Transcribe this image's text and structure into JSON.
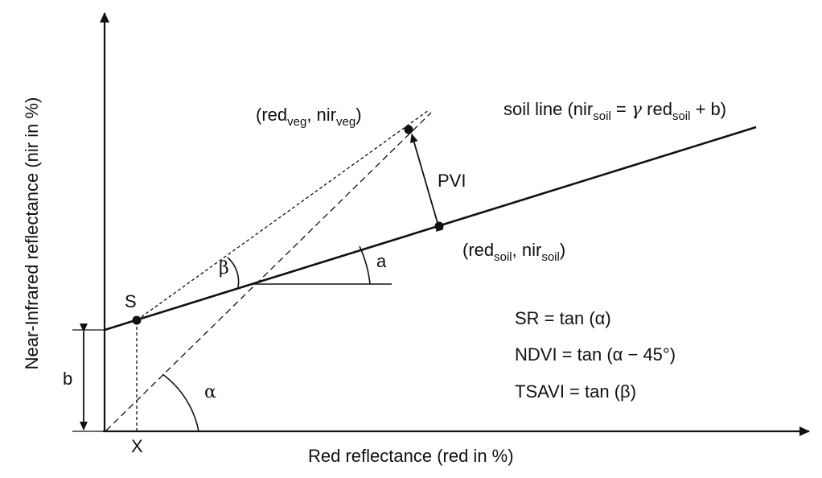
{
  "axes": {
    "x_label": "Red reflectance (red in %)",
    "y_label": "Near-Infrared reflectance (nir in %)"
  },
  "soil_line": {
    "label_prefix": "soil line (nir",
    "label_sub1": "soil",
    "label_mid": " = ",
    "label_gamma": "γ",
    "label_red": " red",
    "label_sub2": "soil",
    "label_suffix": " + b)"
  },
  "points": {
    "veg": {
      "open": "(red",
      "sub1": "veg",
      "mid": ", nir",
      "sub2": "veg",
      "close": ")"
    },
    "soil": {
      "open": "(red",
      "sub1": "soil",
      "mid": ", nir",
      "sub2": "soil",
      "close": ")"
    },
    "S": "S",
    "X": "X"
  },
  "labels": {
    "pvi": "PVI",
    "beta": "β",
    "a": "a",
    "b": "b",
    "alpha": "α"
  },
  "formulas": [
    "SR = tan (α)",
    "NDVI = tan (α − 45°)",
    "TSAVI = tan (β)"
  ]
}
